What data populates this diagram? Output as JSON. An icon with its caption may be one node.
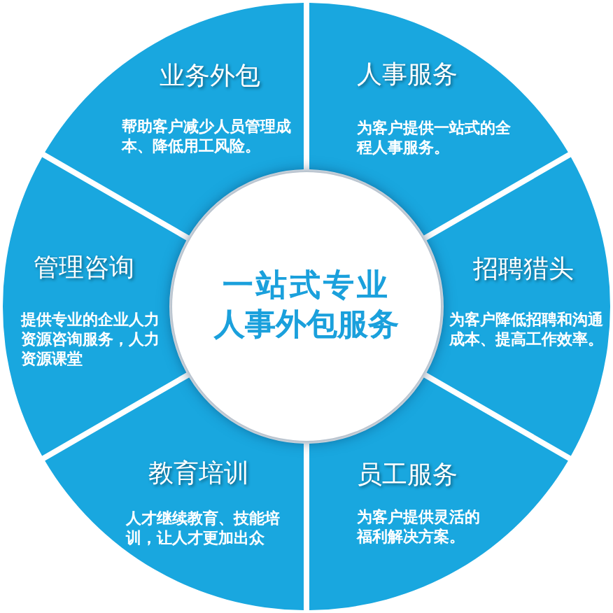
{
  "diagram": {
    "nodes": [
      {
        "text": [
          "业务外包",
          "帮助客户减少人员管理成本、降低用工风险。"
        ]
      },
      {
        "text": [
          "人事服务",
          "为客户提供一站式的全程人事服务。"
        ]
      },
      {
        "text": [
          "管理咨询",
          "提供专业的企业人力资源咨询服务，人力资源课堂"
        ]
      },
      {
        "text": [
          "一站式专业人事外包服务"
        ]
      },
      {
        "text": [
          "招聘猎头",
          "为客户降低招聘和沟通成本、提高工作效率。"
        ]
      },
      {
        "text": [
          "教育培训",
          "人才继续教育、技能培训，让人才更加出众"
        ]
      },
      {
        "text": [
          "员工服务",
          "为客户提供灵活的福利解决方案。"
        ]
      }
    ]
  }
}
